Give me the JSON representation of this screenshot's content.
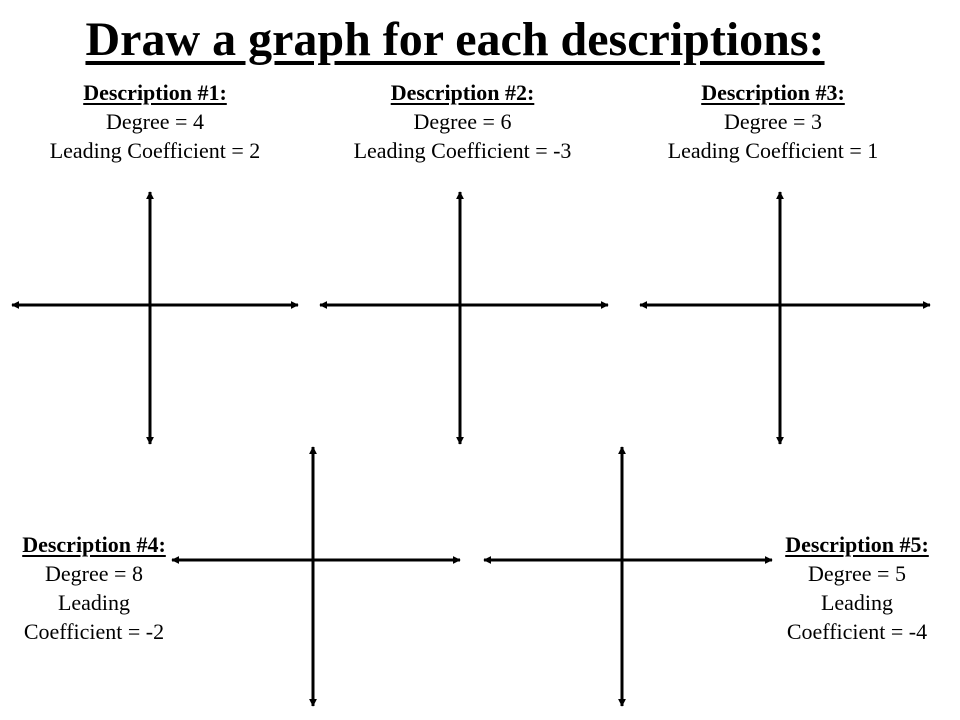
{
  "title": "Draw a graph for each descriptions:",
  "descriptions": [
    {
      "heading": "Description #1:",
      "degree": "Degree = 4",
      "leading": "Leading Coefficient = 2"
    },
    {
      "heading": "Description #2:",
      "degree": "Degree = 6",
      "leading": "Leading Coefficient = -3"
    },
    {
      "heading": "Description #3:",
      "degree": "Degree = 3",
      "leading": "Leading Coefficient = 1"
    },
    {
      "heading": "Description #4:",
      "degree": "Degree = 8",
      "leading_a": "Leading",
      "leading_b": "Coefficient = -2"
    },
    {
      "heading": "Description #5:",
      "degree": "Degree = 5",
      "leading_a": "Leading",
      "leading_b": "Coefficient = -4"
    }
  ],
  "colors": {
    "text": "#000000",
    "axes": "#000000",
    "background": "#ffffff"
  }
}
